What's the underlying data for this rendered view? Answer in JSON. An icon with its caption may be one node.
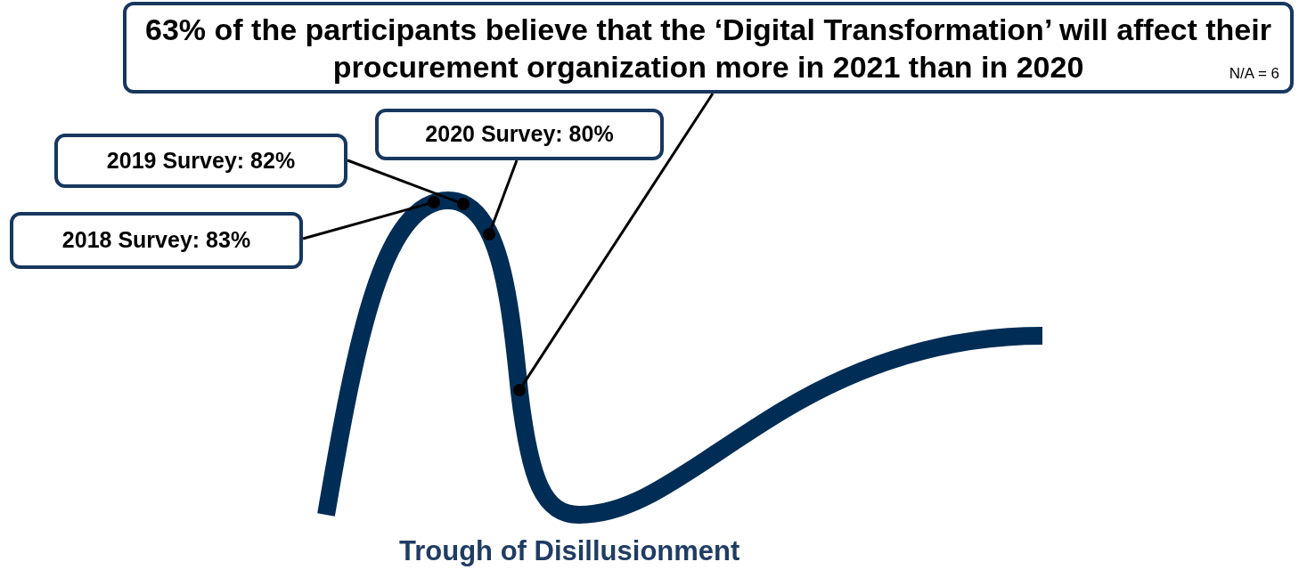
{
  "diagram": {
    "nodes": [
      {
        "text": [
          "63% of the participants believe that the ‘Digital Transformation’ will affect their procurement organization more in 2021 than in 2020",
          "N/A = 6"
        ]
      },
      {
        "text": [
          "2020 Survey: 80%"
        ]
      },
      {
        "text": [
          "2019 Survey: 82%"
        ]
      },
      {
        "text": [
          "2018 Survey: 83%"
        ]
      },
      {
        "text": [],
        "shape": "circle"
      },
      {
        "text": [],
        "shape": "circle"
      },
      {
        "text": [],
        "shape": "circle"
      },
      {
        "text": [],
        "shape": "circle"
      }
    ],
    "edges": [
      {
        "from": 0,
        "to": 7,
        "arrow": "none"
      },
      {
        "from": 1,
        "to": 6,
        "arrow": "none"
      },
      {
        "from": 2,
        "to": 5,
        "arrow": "none"
      },
      {
        "from": 3,
        "to": 4,
        "arrow": "none"
      }
    ],
    "labels": [
      "Trough of Disillusionment"
    ]
  }
}
